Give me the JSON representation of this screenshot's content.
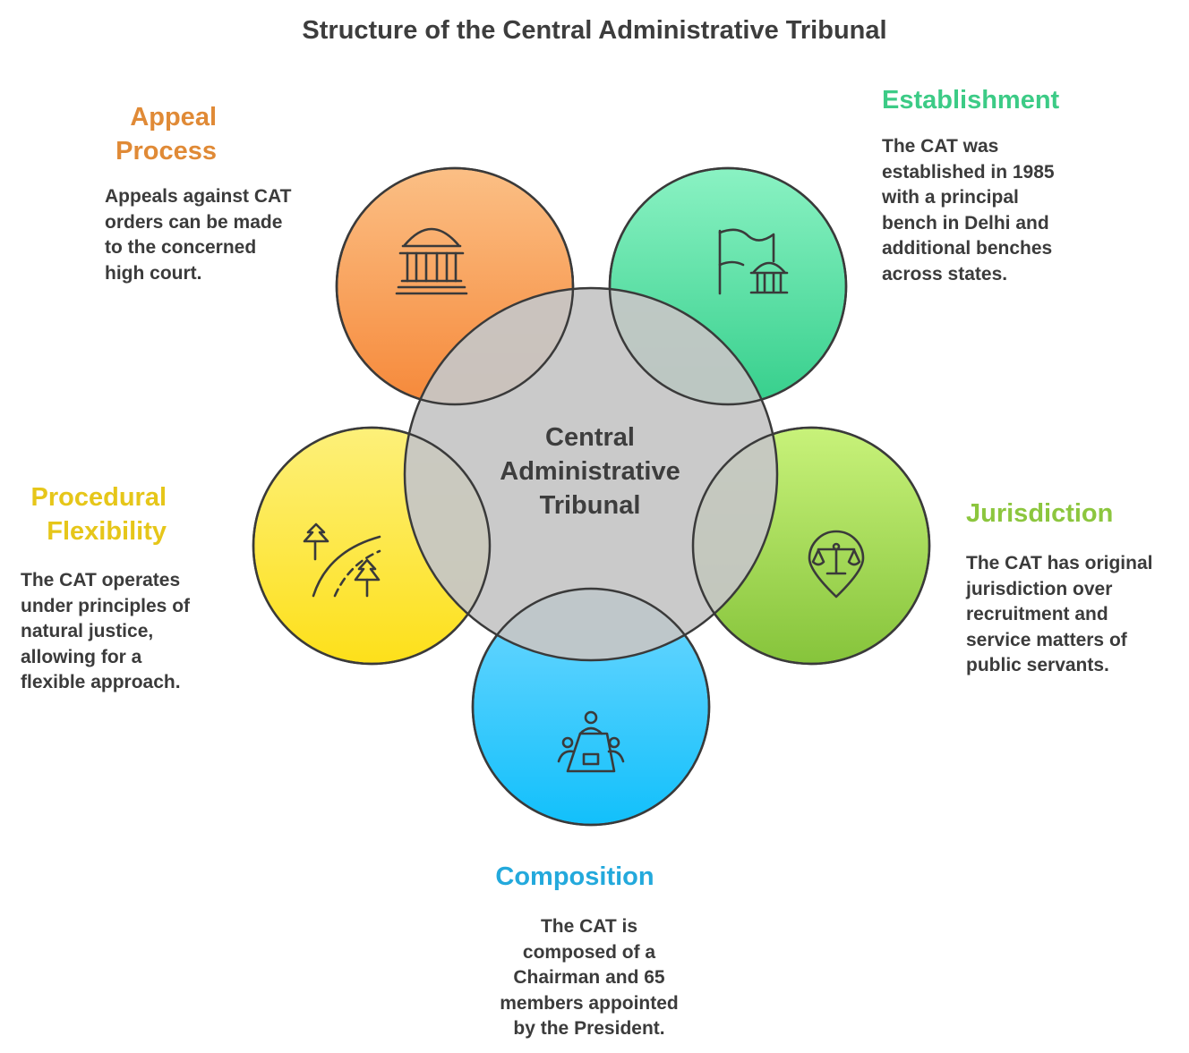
{
  "title": "Structure of the Central Administrative Tribunal",
  "center": {
    "label_lines": [
      "Central",
      "Administrative",
      "Tribunal"
    ]
  },
  "colors": {
    "appeal": "#e08a36",
    "establishment": "#3ccb86",
    "jurisdiction": "#8cc63e",
    "composition": "#23a9dc",
    "procedural": "#e6c619",
    "text": "#3b3b3b"
  },
  "sections": {
    "appeal": {
      "heading_lines": [
        "Appeal",
        "Process"
      ],
      "desc_lines": [
        "Appeals against CAT",
        "orders can be made",
        "to the concerned",
        "high court."
      ],
      "icon": "courthouse-icon"
    },
    "establishment": {
      "heading_lines": [
        "Establishment"
      ],
      "desc_lines": [
        "The CAT was",
        "established in 1985",
        "with a principal",
        "bench in Delhi and",
        "additional benches",
        "across states."
      ],
      "icon": "flag-building-icon"
    },
    "jurisdiction": {
      "heading_lines": [
        "Jurisdiction"
      ],
      "desc_lines": [
        "The CAT has original",
        "jurisdiction over",
        "recruitment and",
        "service matters of",
        "public servants."
      ],
      "icon": "scales-pin-icon"
    },
    "composition": {
      "heading_lines": [
        "Composition"
      ],
      "desc_lines": [
        "The CAT is",
        "composed of a",
        "Chairman and 65",
        "members appointed",
        "by the President."
      ],
      "icon": "meeting-table-icon"
    },
    "procedural": {
      "heading_lines": [
        "Procedural",
        "Flexibility"
      ],
      "desc_lines": [
        "The CAT operates",
        "under principles of",
        "natural justice,",
        "allowing for a",
        "flexible approach."
      ],
      "icon": "winding-road-icon"
    }
  }
}
